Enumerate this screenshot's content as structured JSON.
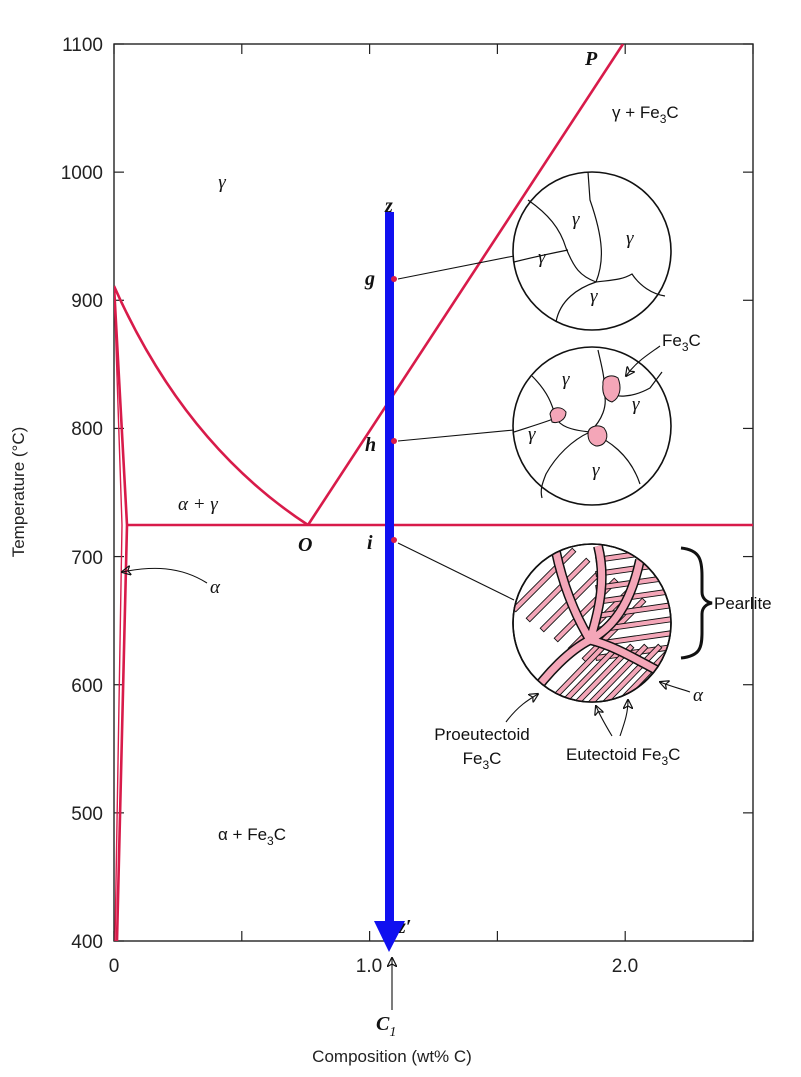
{
  "chart_data": {
    "type": "phase-diagram",
    "xlabel": "Composition (wt% C)",
    "ylabel": "Temperature (°C)",
    "xlim": [
      0,
      2.5
    ],
    "ylim": [
      400,
      1100
    ],
    "x_ticks": [
      "0",
      "1.0",
      "2.0"
    ],
    "y_ticks": [
      "400",
      "500",
      "600",
      "700",
      "800",
      "900",
      "1000",
      "1100"
    ],
    "eutectoid_temperature": 727,
    "eutectoid_composition": 0.76,
    "alloy_composition": 1.06,
    "alloy_label": "C",
    "alloy_label_sub": "1",
    "points": {
      "P": "P",
      "O": "O",
      "z": "z",
      "z_prime": "z′",
      "g": "g",
      "h": "h",
      "i": "i"
    },
    "regions": {
      "gamma": "γ",
      "gamma_fe3c_main": "γ + Fe",
      "gamma_fe3c_sub": "3",
      "gamma_fe3c_end": "C",
      "alpha_gamma": "α + γ",
      "alpha": "α",
      "alpha_fe3c_main": "α + Fe",
      "alpha_fe3c_sub": "3",
      "alpha_fe3c_end": "C"
    },
    "micro": {
      "gamma": "γ",
      "fe3c_main": "Fe",
      "fe3c_sub": "3",
      "fe3c_end": "C",
      "pearlite": "Pearlite",
      "alpha": "α",
      "proeutectoid": "Proeutectoid",
      "proeutectoid_fe": "Fe",
      "proeutectoid_sub": "3",
      "proeutectoid_c": "C",
      "eutectoid_main": "Eutectoid Fe",
      "eutectoid_sub": "3",
      "eutectoid_c": "C"
    },
    "colors": {
      "phase_line": "#d81b4a",
      "cooling_arrow": "#1010f0",
      "cementite": "#f4a6b8",
      "axis": "#222222"
    }
  }
}
